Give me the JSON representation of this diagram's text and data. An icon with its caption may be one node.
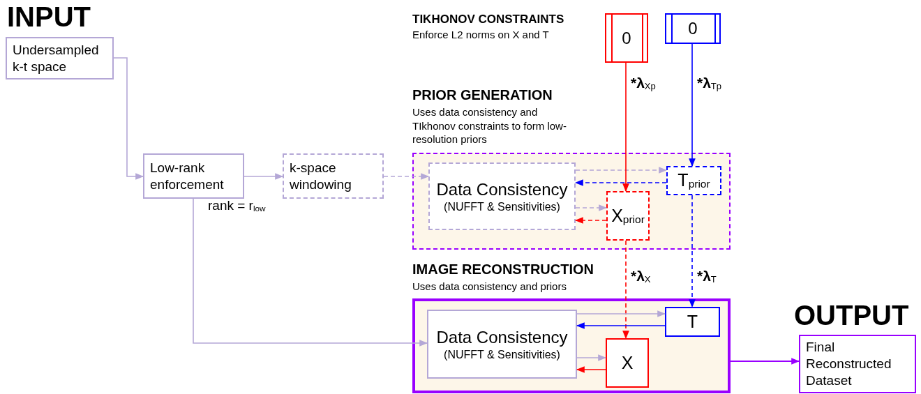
{
  "diagram": {
    "nodes": [
      {
        "text": [
          "Undersampled k-t space"
        ]
      },
      {
        "text": [
          "Low-rank enforcement"
        ],
        "beside": [
          "rank = r$_{low}$"
        ]
      },
      {
        "text": [
          "k-space windowing"
        ]
      },
      {
        "text": [
          "PRIOR GENERATION",
          "Uses data consistency and TIkhonov constraints to form low-resolution priors"
        ]
      },
      {
        "text": [
          "Data Consistency",
          "(NUFFT & Sensitivities)"
        ],
        "in": 3
      },
      {
        "text": [
          "T$_{prior}$"
        ],
        "in": 3
      },
      {
        "text": [
          "X$_{prior}$"
        ],
        "in": 3
      },
      {
        "text": [
          "IMAGE RECONSTRUCTION",
          "Uses data consistency and priors"
        ]
      },
      {
        "text": [
          "Data Consistency",
          "(NUFFT & Sensitivities)"
        ],
        "in": 7
      },
      {
        "text": [
          "T"
        ],
        "in": 7
      },
      {
        "text": [
          "X"
        ],
        "in": 7
      },
      {
        "text": [
          "0"
        ]
      },
      {
        "text": [
          "0"
        ]
      },
      {
        "text": [
          "Final Reconstructed Dataset"
        ]
      }
    ],
    "edges": [
      {
        "from": 0,
        "to": 1,
        "arrow": "to"
      },
      {
        "from": 1,
        "to": 2,
        "arrow": "to"
      },
      {
        "from": 2,
        "to": 4,
        "arrow": "to",
        "style": "dashed"
      },
      {
        "from": 1,
        "to": 8,
        "arrow": "to"
      },
      {
        "from": 4,
        "to": 5,
        "arrow": "to",
        "style": "dashed"
      },
      {
        "from": 5,
        "to": 4,
        "arrow": "to",
        "style": "dashed",
        "color": "#0000ff"
      },
      {
        "from": 4,
        "to": 6,
        "arrow": "to",
        "style": "dashed"
      },
      {
        "from": 6,
        "to": 4,
        "arrow": "to",
        "style": "dashed",
        "color": "#ff0000"
      },
      {
        "from": 11,
        "to": 6,
        "arrow": "to",
        "label": "*λ$_{Xp}$",
        "color": "#ff0000"
      },
      {
        "from": 12,
        "to": 5,
        "arrow": "to",
        "label": "*λ$_{Tp}$",
        "color": "#0000ff"
      },
      {
        "from": 6,
        "to": 10,
        "arrow": "to",
        "label": "*λ$_{X}$",
        "style": "dashed",
        "color": "#ff0000"
      },
      {
        "from": 5,
        "to": 9,
        "arrow": "to",
        "label": "*λ$_{T}$",
        "style": "dashed",
        "color": "#0000ff"
      },
      {
        "from": 8,
        "to": 9,
        "arrow": "to"
      },
      {
        "from": 9,
        "to": 8,
        "arrow": "to",
        "color": "#0000ff"
      },
      {
        "from": 8,
        "to": 10,
        "arrow": "to"
      },
      {
        "from": 10,
        "to": 8,
        "arrow": "to",
        "color": "#ff0000"
      },
      {
        "from": 7,
        "to": 13,
        "arrow": "to",
        "color": "#9900ff"
      }
    ],
    "labels": [
      "INPUT",
      "TIKHONOV CONSTRAINTS",
      "Enforce L2 norms on X and T",
      "OUTPUT"
    ]
  }
}
